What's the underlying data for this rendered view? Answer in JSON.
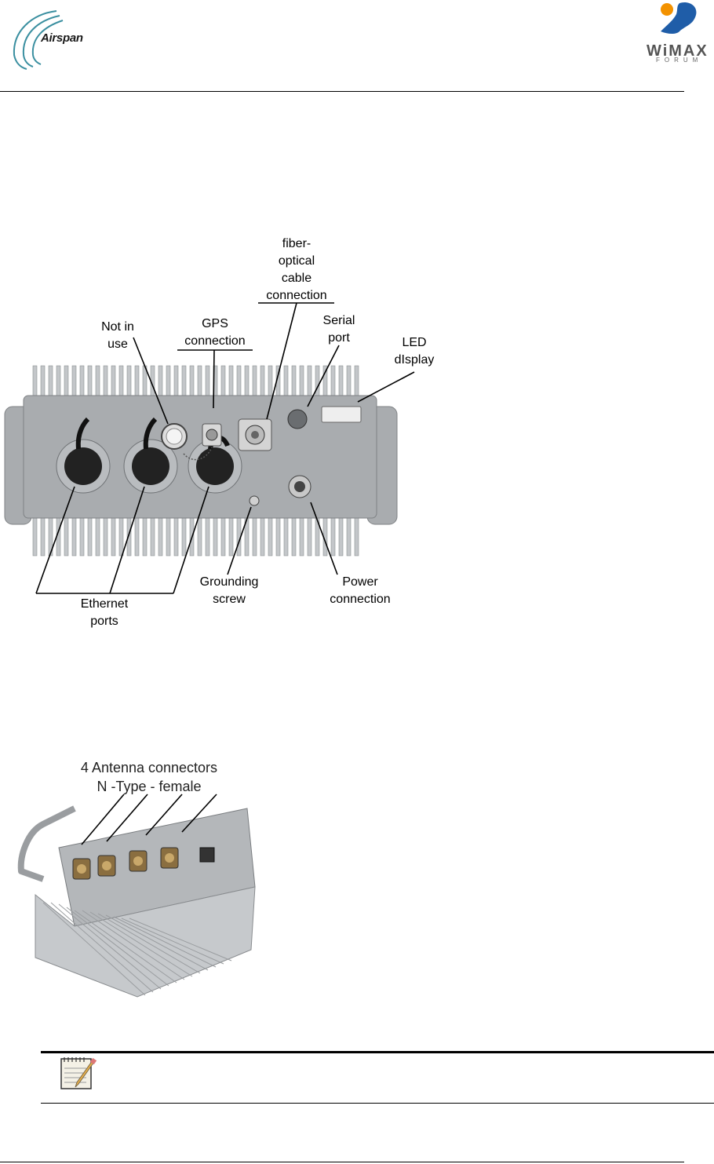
{
  "header": {
    "left_logo_text": "Airspan",
    "right_logo_text": "WiMAX",
    "right_logo_sub": "FORUM"
  },
  "figure1": {
    "labels": {
      "fiber_line1": "fiber-",
      "fiber_line2": "optical",
      "fiber_line3": "cable",
      "fiber_line4": "connection",
      "notinuse_line1": "Not in",
      "notinuse_line2": "use",
      "gps_line1": "GPS",
      "gps_line2": "connection",
      "serial_line1": "Serial",
      "serial_line2": "port",
      "led_line1": "LED",
      "led_line2": "dIsplay",
      "grounding_line1": "Grounding",
      "grounding_line2": "screw",
      "power_line1": "Power",
      "power_line2": "connection",
      "ethernet_line1": "Ethernet",
      "ethernet_line2": "ports"
    }
  },
  "figure2": {
    "label_line1": "4 Antenna connectors",
    "label_line2": "N -Type - female"
  },
  "colors": {
    "device_body": "#a9acaf",
    "device_fin": "#c3c6c9",
    "note_icon": "#7a6a4a"
  }
}
